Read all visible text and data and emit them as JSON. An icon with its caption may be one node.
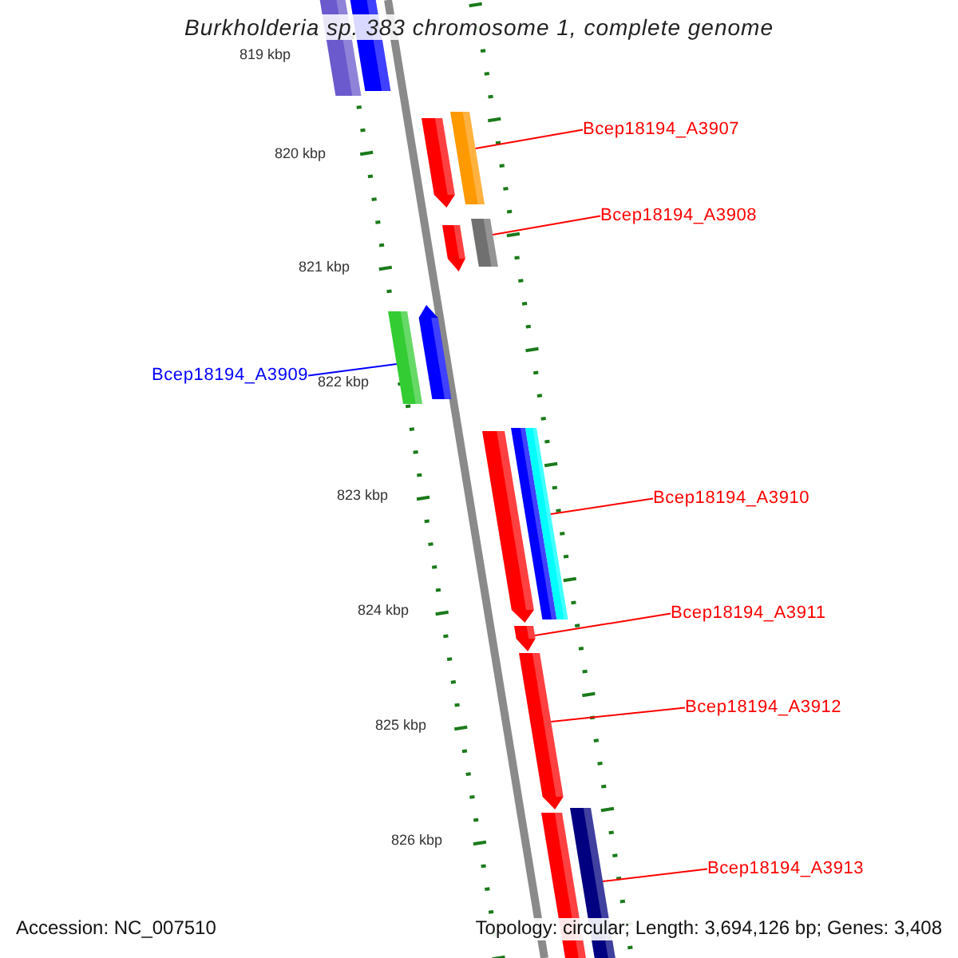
{
  "diagram": {
    "title": "Burkholderia sp. 383 chromosome 1, complete genome",
    "nodes": [
      {
        "text": [
          "Bcep18194_A3907"
        ]
      },
      {
        "text": [
          "Bcep18194_A3908"
        ]
      },
      {
        "text": [
          "Bcep18194_A3909"
        ]
      },
      {
        "text": [
          "Bcep18194_A3910"
        ]
      },
      {
        "text": [
          "Bcep18194_A3911"
        ]
      },
      {
        "text": [
          "Bcep18194_A3912"
        ]
      },
      {
        "text": [
          "Bcep18194_A3913"
        ]
      },
      {
        "text": [],
        "shape": "bar"
      },
      {
        "text": [],
        "shape": "bar"
      },
      {
        "text": [],
        "shape": "bar"
      },
      {
        "text": [],
        "shape": "bar"
      },
      {
        "text": [],
        "shape": "bar"
      },
      {
        "text": [],
        "shape": "bar"
      },
      {
        "text": [],
        "shape": "bar"
      },
      {
        "text": [],
        "shape": "bar"
      },
      {
        "text": [],
        "shape": "bar"
      },
      {
        "text": [],
        "shape": "bar"
      },
      {
        "text": [],
        "shape": "bar"
      },
      {
        "text": [],
        "shape": "bar"
      },
      {
        "text": [],
        "shape": "bar"
      },
      {
        "text": [],
        "shape": "bar"
      },
      {
        "text": [],
        "shape": "bar"
      }
    ],
    "edges": [
      {
        "from": 0,
        "to": 10,
        "arrow": "none"
      },
      {
        "from": 1,
        "to": 12,
        "arrow": "none"
      },
      {
        "from": 2,
        "to": 13,
        "arrow": "none",
        "color": "#0000ff"
      },
      {
        "from": 3,
        "to": 17,
        "arrow": "none"
      },
      {
        "from": 4,
        "to": 18,
        "arrow": "none"
      },
      {
        "from": 5,
        "to": 19,
        "arrow": "none"
      },
      {
        "from": 6,
        "to": 21,
        "arrow": "none"
      }
    ],
    "labels": [
      "819 kbp",
      "820 kbp",
      "821 kbp",
      "822 kbp",
      "823 kbp",
      "824 kbp",
      "825 kbp",
      "826 kbp",
      "Accession: NC_007510",
      "Topology: circular; Length: 3,694,126 bp; Genes: 3,408"
    ]
  }
}
